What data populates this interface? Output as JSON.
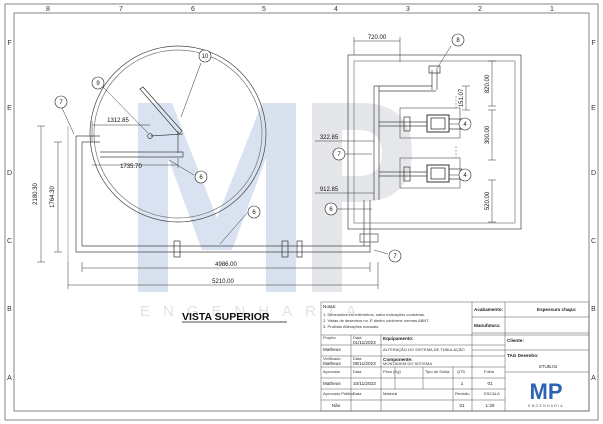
{
  "sheet": {
    "zones_top": [
      "8",
      "7",
      "6",
      "5",
      "4",
      "3",
      "2",
      "1"
    ],
    "zones_side": [
      "F",
      "E",
      "D",
      "C",
      "B",
      "A"
    ]
  },
  "dimensions": {
    "top_720": "720.00",
    "v_820": "820.00",
    "v_151": "151.07",
    "v_300": "300.00",
    "v_520": "520.00",
    "d_322": "322.85",
    "d_912": "912.85",
    "d_1312": "1312.85",
    "d_1735": "1735.70",
    "d_4986": "4986.00",
    "d_5210": "5210.00",
    "d_2180": "2180.30",
    "d_1764": "1764.30"
  },
  "balloons": {
    "b7a": "7",
    "b9": "9",
    "b10": "10",
    "b6a": "6",
    "b6b": "6",
    "b8": "8",
    "b4a": "4",
    "b4b": "4",
    "b7b": "7",
    "b6c": "6",
    "b7c": "7"
  },
  "watermark": {
    "text": "ENGENHARIA"
  },
  "view_title": "VISTA SUPERIOR",
  "title_block": {
    "notes_label": "Notas:",
    "notes": [
      "1. Dimensões em milímetros, salvo indicações contrárias.",
      "2. Vistas de desenhos no 1º diedro conforme normas ABNT.",
      "3. Proibido Alterações manuais."
    ],
    "acabamento_label": "Acabamento:",
    "espessura_label": "Espessura chapa:",
    "manufatura_label": "Manufatura:",
    "cliente_label": "Cliente:",
    "tag_label": "TAG Desenho:",
    "tag_value": "STUB.01",
    "projeto_label": "Projeto",
    "projeto_name": "Matheus",
    "data_label": "Data",
    "projeto_date": "01/11/2023",
    "equipamento_label": "Equipamento:",
    "equipamento_value": "ALTERAÇÃO DO SISTEMA DE TUBULAÇÃO",
    "verificado_label": "Verificado",
    "verificado_name": "Matheus",
    "verificado_date": "08/11/2023",
    "componente_label": "Componente:",
    "componente_value": "MONTAGEM DO SISTEMA",
    "aprovado_label": "Aprovado",
    "peso_label": "Peso (Kg)",
    "tipo_label": "Tipo de Solda",
    "qtd_label": "QTD",
    "folha_label": "Folha",
    "aprovado_name": "Matheus",
    "aprovado_date": "10/11/2023",
    "qtd_value": "1",
    "folha_value": "01",
    "aprovado_pub_label": "Aprovado Público",
    "material_label": "Material",
    "revisao_label": "Revisão",
    "escala_label": "ESCALA",
    "aprovado_pub_value": "Não",
    "revisao_value": "01",
    "escala_value": "1:20",
    "logo_text": "MP",
    "logo_sub": "ENGENHARIA"
  }
}
